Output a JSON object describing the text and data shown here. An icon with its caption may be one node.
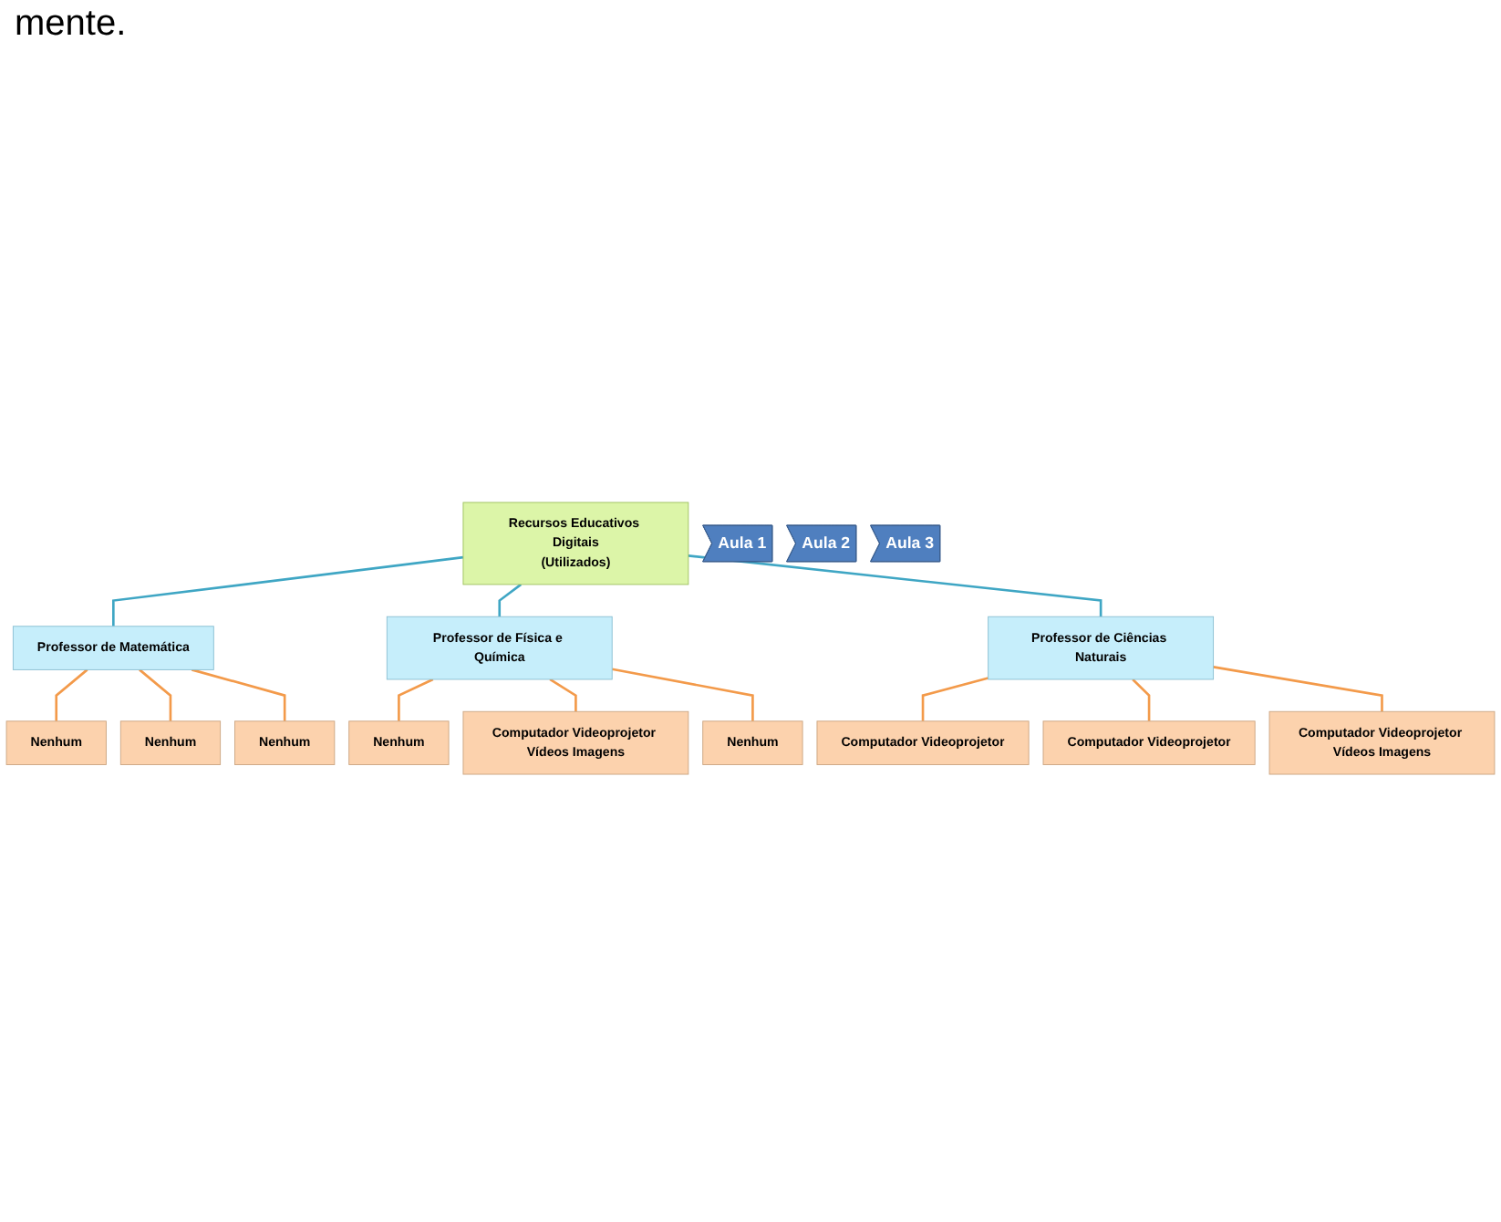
{
  "diagram": {
    "nodes": [
      {
        "text": [
          "Recursos Educativos Digitais",
          "(Utilizados)"
        ]
      },
      {
        "text": [
          "Professor de Matemática"
        ]
      },
      {
        "text": [
          "Professor de Física e Química"
        ]
      },
      {
        "text": [
          "Professor de Ciências Naturais"
        ]
      },
      {
        "text": [
          "Aula 1"
        ]
      },
      {
        "text": [
          "Aula 2"
        ]
      },
      {
        "text": [
          "Aula 3"
        ]
      },
      {
        "text": [
          "Nenhum"
        ]
      },
      {
        "text": [
          "Nenhum"
        ]
      },
      {
        "text": [
          "Nenhum"
        ]
      },
      {
        "text": [
          "Nenhum"
        ]
      },
      {
        "text": [
          "Computador Videoprojetor Vídeos Imagens"
        ]
      },
      {
        "text": [
          "Nenhum"
        ]
      },
      {
        "text": [
          "Computador Videoprojetor"
        ]
      },
      {
        "text": [
          "Computador Videoprojetor"
        ]
      },
      {
        "text": [
          "Computador Videoprojetor Vídeos Imagens"
        ]
      }
    ],
    "edges": [
      {
        "from": 0,
        "to": 1,
        "arrow": "none",
        "color": "#3fa6c4"
      },
      {
        "from": 0,
        "to": 2,
        "arrow": "none",
        "color": "#3fa6c4"
      },
      {
        "from": 0,
        "to": 3,
        "arrow": "none",
        "color": "#3fa6c4"
      },
      {
        "from": 1,
        "to": 7,
        "arrow": "none"
      },
      {
        "from": 1,
        "to": 8,
        "arrow": "none"
      },
      {
        "from": 1,
        "to": 9,
        "arrow": "none"
      },
      {
        "from": 2,
        "to": 10,
        "arrow": "none"
      },
      {
        "from": 2,
        "to": 11,
        "arrow": "none"
      },
      {
        "from": 2,
        "to": 12,
        "arrow": "none"
      },
      {
        "from": 3,
        "to": 13,
        "arrow": "none"
      },
      {
        "from": 3,
        "to": 14,
        "arrow": "none"
      },
      {
        "from": 3,
        "to": 15,
        "arrow": "none"
      }
    ],
    "labels": [
      "mente."
    ]
  }
}
